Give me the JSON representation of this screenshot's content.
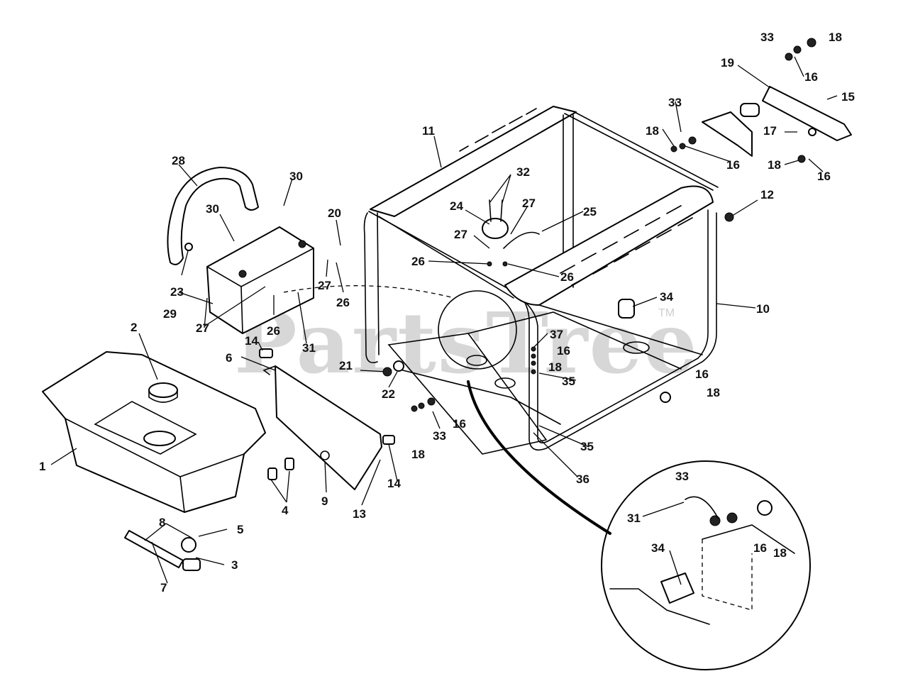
{
  "watermark": {
    "brand": "PartsTree",
    "trademark": "TM"
  },
  "callouts": {
    "c1": "1",
    "c2": "2",
    "c3": "3",
    "c4": "4",
    "c5": "5",
    "c6": "6",
    "c7": "7",
    "c8": "8",
    "c9": "9",
    "c10": "10",
    "c11": "11",
    "c12": "12",
    "c13": "13",
    "c14a": "14",
    "c14b": "14",
    "c15": "15",
    "c16a": "16",
    "c16b": "16",
    "c16c": "16",
    "c16d": "16",
    "c16e": "16",
    "c16f": "16",
    "c16g": "16",
    "c17": "17",
    "c18a": "18",
    "c18b": "18",
    "c18c": "18",
    "c18d": "18",
    "c18e": "18",
    "c18f": "18",
    "c18g": "18",
    "c19": "19",
    "c20": "20",
    "c21": "21",
    "c22": "22",
    "c23": "23",
    "c24": "24",
    "c25": "25",
    "c26a": "26",
    "c26b": "26",
    "c26c": "26",
    "c26d": "26",
    "c27a": "27",
    "c27b": "27",
    "c27c": "27",
    "c27d": "27",
    "c28": "28",
    "c29": "29",
    "c30a": "30",
    "c30b": "30",
    "c31a": "31",
    "c31b": "31",
    "c32": "32",
    "c33a": "33",
    "c33b": "33",
    "c33c": "33",
    "c33d": "33",
    "c34a": "34",
    "c34b": "34",
    "c35a": "35",
    "c35b": "35",
    "c36": "36",
    "c37": "37"
  }
}
